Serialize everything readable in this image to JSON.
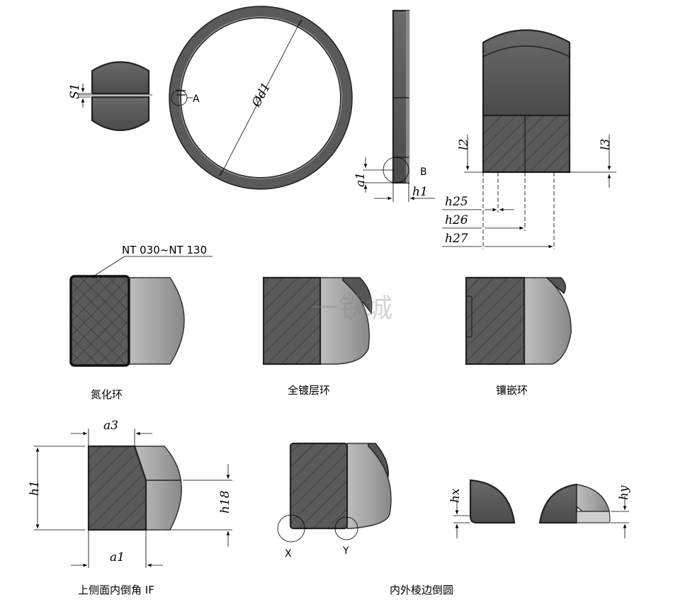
{
  "labels": {
    "s1": "S1",
    "a_point": "A",
    "diameter": "Ød1",
    "b_point": "B",
    "a1_side": "a1",
    "h1_side": "h1",
    "l2": "l2",
    "l3": "l3",
    "h25": "h25",
    "h26": "h26",
    "h27": "h27",
    "note_nt": "NT 030~NT 130",
    "a3": "a3",
    "h1_left": "h1",
    "h18": "h18",
    "a1_bottom": "a1",
    "x_point": "X",
    "y_point": "Y",
    "hx": "hx",
    "hy": "hy"
  },
  "captions": {
    "nitrided": "氮化环",
    "full_plated": "全镀层环",
    "inlaid": "镶嵌环",
    "top_chamfer": "上侧面内倒角 IF",
    "edge_round": "内外棱边倒圆"
  },
  "watermark": "一铁城",
  "colors": {
    "dark_metal": "#555555",
    "light_metal": "#9a9a9a",
    "line": "#000000"
  }
}
